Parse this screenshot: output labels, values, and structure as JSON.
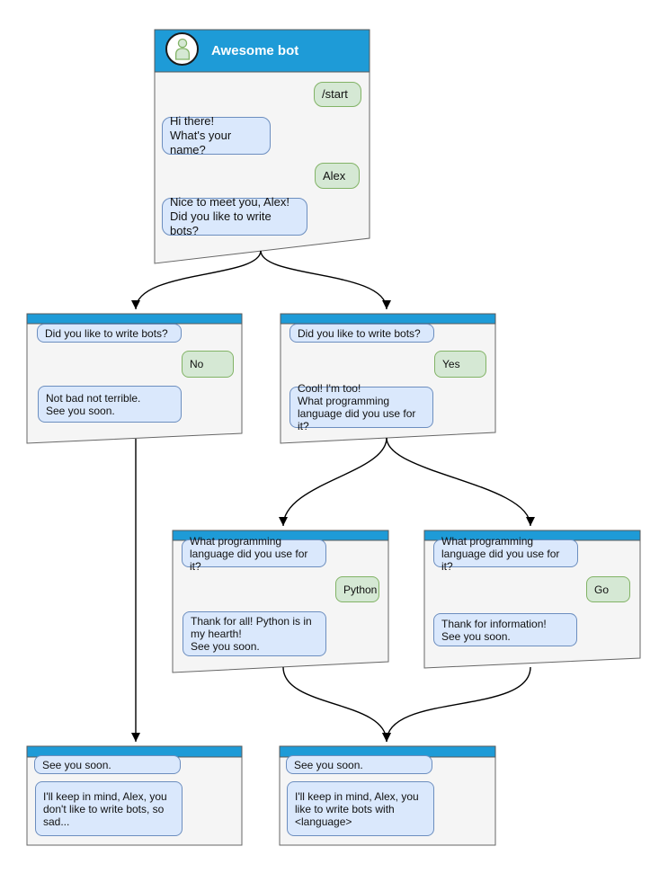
{
  "colors": {
    "header_blue": "#1E9BD7",
    "card_fill": "#F5F5F5",
    "card_border": "#666666",
    "bot_bubble_fill": "#DAE8FC",
    "bot_bubble_border": "#6C8EBF",
    "user_bubble_fill": "#D5E8D4",
    "user_bubble_border": "#82B366",
    "edge_color": "#000000",
    "title_text": "#FFFFFF"
  },
  "icons": {
    "avatar": "person-icon"
  },
  "cards": [
    {
      "name": "start",
      "title": "Awesome bot",
      "messages": [
        {
          "from": "user",
          "text": "/start"
        },
        {
          "from": "bot",
          "text": "Hi there!\nWhat's your name?"
        },
        {
          "from": "user",
          "text": "Alex"
        },
        {
          "from": "bot",
          "text": "Nice to meet you, Alex!\nDid you like to write bots?"
        }
      ]
    },
    {
      "name": "answer-no",
      "messages": [
        {
          "from": "bot",
          "text": "Did you like to write bots?"
        },
        {
          "from": "user",
          "text": "No"
        },
        {
          "from": "bot",
          "text": "Not bad not terrible.\nSee you soon."
        }
      ]
    },
    {
      "name": "answer-yes",
      "messages": [
        {
          "from": "bot",
          "text": "Did you like to write bots?"
        },
        {
          "from": "user",
          "text": "Yes"
        },
        {
          "from": "bot",
          "text": "Cool! I'm too!\nWhat programming\nlanguage did you use for it?"
        }
      ]
    },
    {
      "name": "language-python",
      "messages": [
        {
          "from": "bot",
          "text": "What programming\nlanguage did you use for it?"
        },
        {
          "from": "user",
          "text": "Python"
        },
        {
          "from": "bot",
          "text": "Thank for all! Python is in\nmy hearth!\nSee you soon."
        }
      ]
    },
    {
      "name": "language-go",
      "messages": [
        {
          "from": "bot",
          "text": "What programming\nlanguage did you use for it?"
        },
        {
          "from": "user",
          "text": "Go"
        },
        {
          "from": "bot",
          "text": "Thank for information!\nSee you soon."
        }
      ]
    },
    {
      "name": "end-no",
      "messages": [
        {
          "from": "bot",
          "text": "See you soon."
        },
        {
          "from": "bot",
          "text": "I'll keep in mind, Alex, you\ndon't like to write bots, so\nsad..."
        }
      ]
    },
    {
      "name": "end-yes",
      "messages": [
        {
          "from": "bot",
          "text": "See you soon."
        },
        {
          "from": "bot",
          "text": "I'll keep in mind, Alex, you\nlike to write bots with\n<language>"
        }
      ]
    }
  ],
  "edges": [
    {
      "from": "start",
      "to": "answer-no"
    },
    {
      "from": "start",
      "to": "answer-yes"
    },
    {
      "from": "answer-no",
      "to": "end-no"
    },
    {
      "from": "answer-yes",
      "to": "language-python"
    },
    {
      "from": "answer-yes",
      "to": "language-go"
    },
    {
      "from": "language-python",
      "to": "end-yes"
    },
    {
      "from": "language-go",
      "to": "end-yes"
    }
  ]
}
